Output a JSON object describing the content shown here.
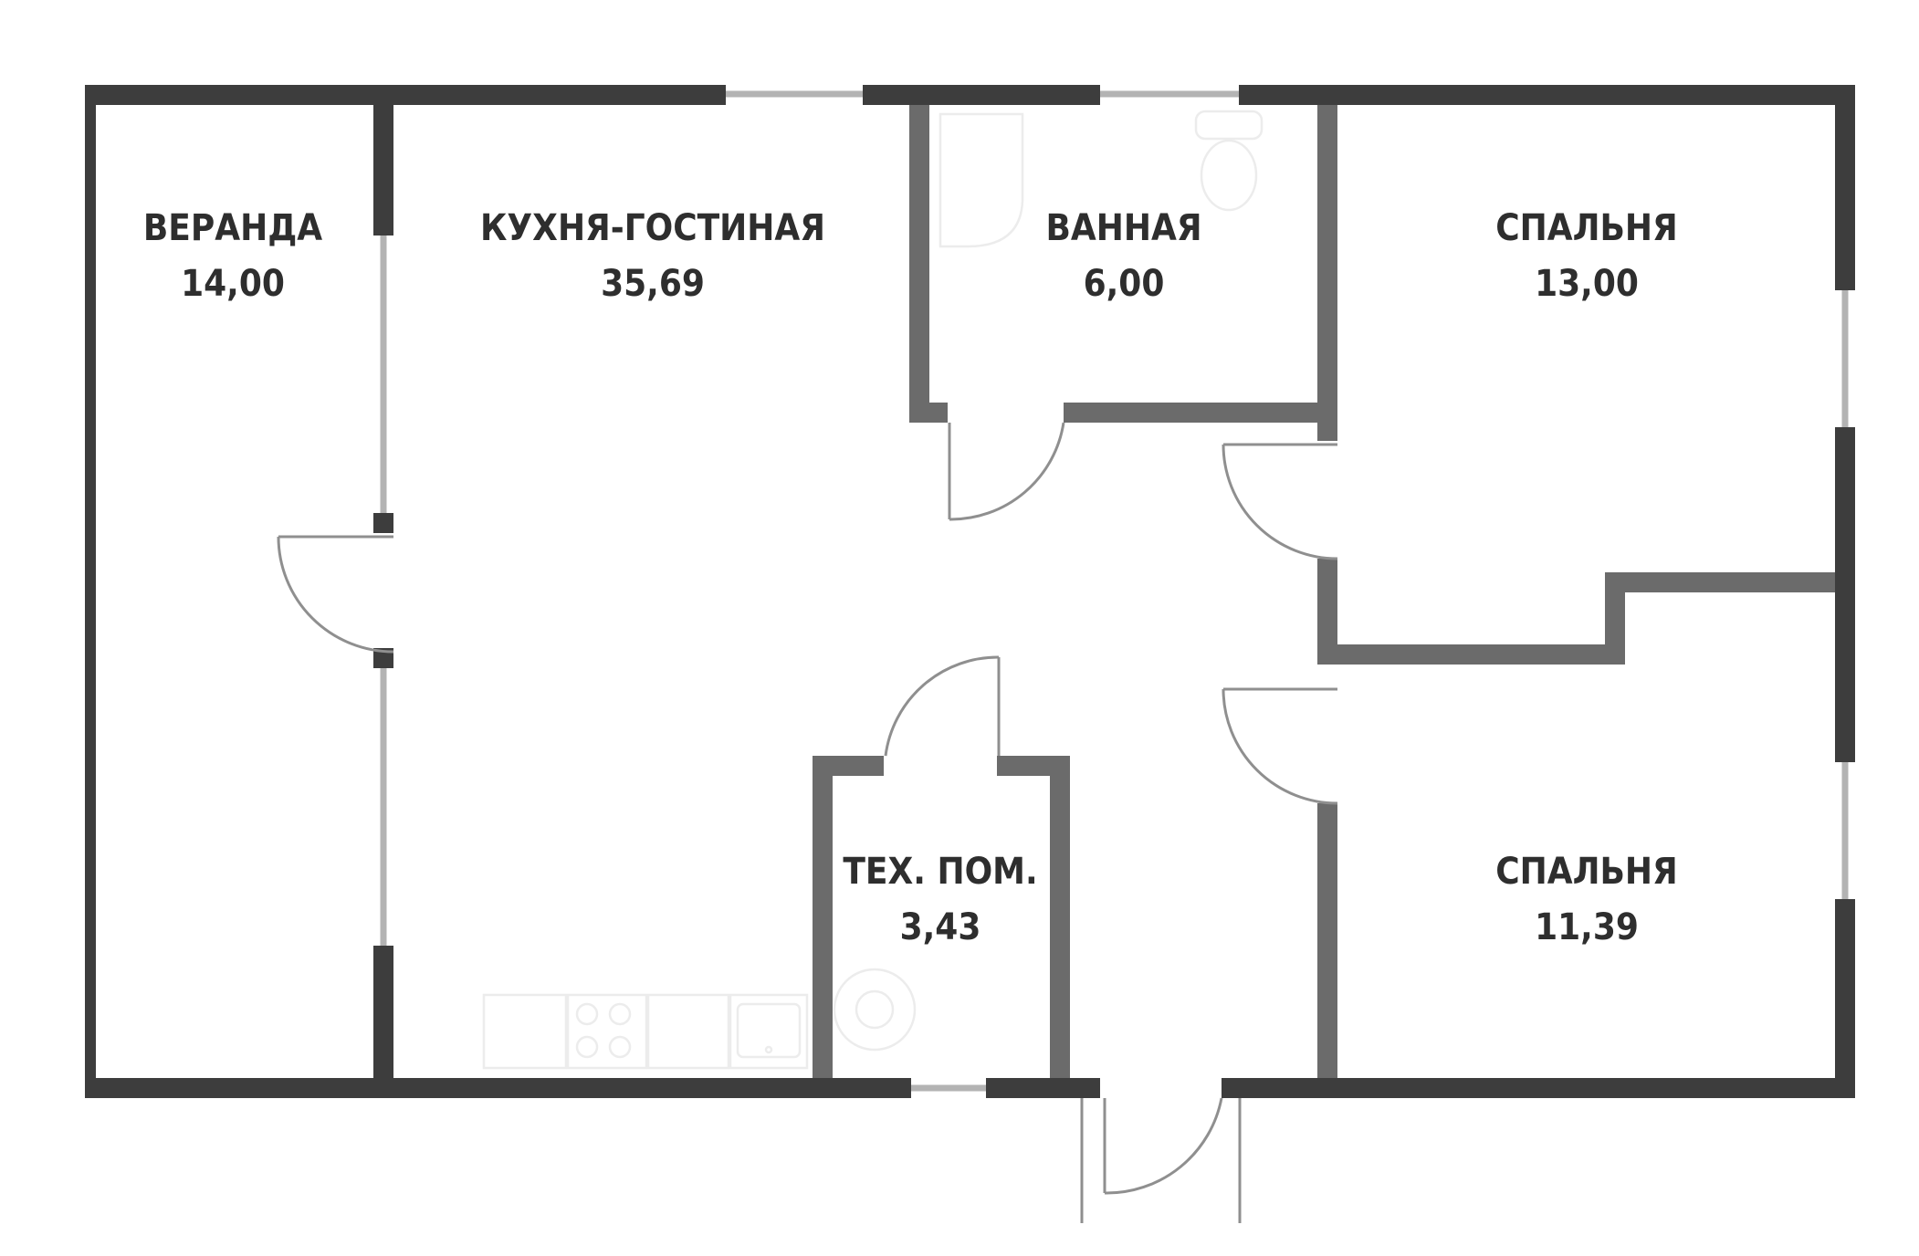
{
  "plan": {
    "rooms": [
      {
        "id": "veranda",
        "name": "ВЕРАНДА",
        "area": "14,00"
      },
      {
        "id": "kitchen",
        "name": "КУХНЯ-ГОСТИНАЯ",
        "area": "35,69"
      },
      {
        "id": "bathroom",
        "name": "ВАННАЯ",
        "area": "6,00"
      },
      {
        "id": "bedroom1",
        "name": "СПАЛЬНЯ",
        "area": "13,00"
      },
      {
        "id": "tech",
        "name": "ТЕХ. ПОМ.",
        "area": "3,43"
      },
      {
        "id": "bedroom2",
        "name": "СПАЛЬНЯ",
        "area": "11,39"
      }
    ],
    "colors": {
      "outer_wall": "#3d3d3d",
      "inner_wall": "#6b6b6b",
      "window": "#b3b3b3",
      "door": "#8f8f8f",
      "fixture": "#ececec",
      "text": "#2e2e2e"
    }
  }
}
